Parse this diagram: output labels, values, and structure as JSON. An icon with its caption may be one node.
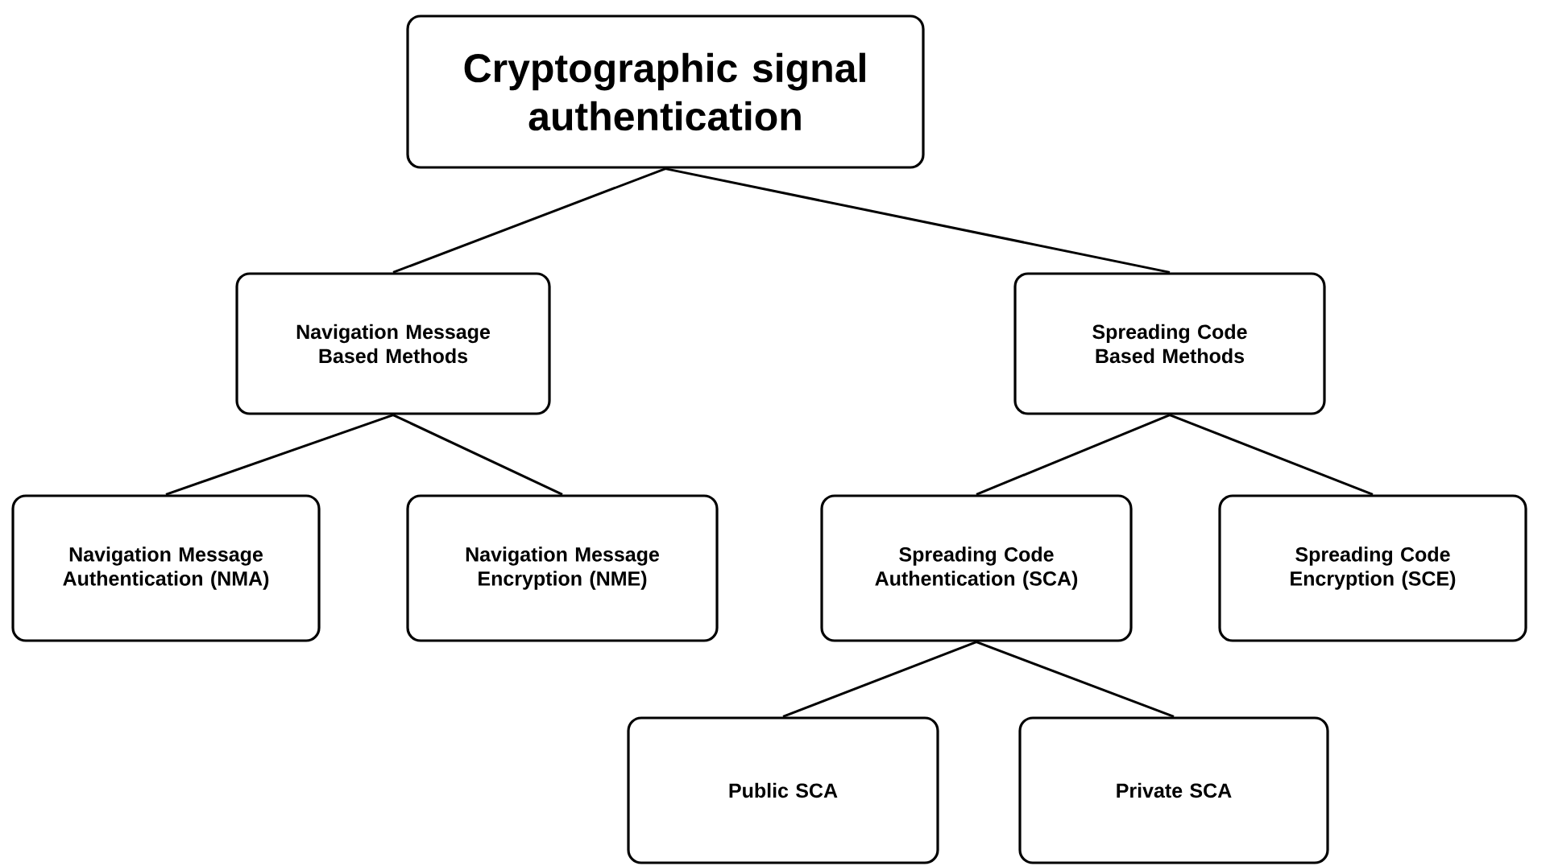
{
  "diagram": {
    "nodes": [
      {
        "text": [
          "Cryptographic signal authentication"
        ]
      },
      {
        "text": [
          "Navigation Message Based Methods"
        ]
      },
      {
        "text": [
          "Spreading Code Based Methods"
        ]
      },
      {
        "text": [
          "Navigation Message Authentication (NMA)"
        ]
      },
      {
        "text": [
          "Navigation Message Encryption (NME)"
        ]
      },
      {
        "text": [
          "Spreading Code Authentication (SCA)"
        ]
      },
      {
        "text": [
          "Spreading Code Encryption (SCE)"
        ]
      },
      {
        "text": [
          "Public SCA"
        ]
      },
      {
        "text": [
          "Private SCA"
        ]
      }
    ],
    "edges": [
      {
        "from": 0,
        "to": 1,
        "arrow": "none"
      },
      {
        "from": 0,
        "to": 2,
        "arrow": "none"
      },
      {
        "from": 1,
        "to": 3,
        "arrow": "none"
      },
      {
        "from": 1,
        "to": 4,
        "arrow": "none"
      },
      {
        "from": 2,
        "to": 5,
        "arrow": "none"
      },
      {
        "from": 2,
        "to": 6,
        "arrow": "none"
      },
      {
        "from": 5,
        "to": 7,
        "arrow": "none"
      },
      {
        "from": 5,
        "to": 8,
        "arrow": "none"
      }
    ]
  }
}
